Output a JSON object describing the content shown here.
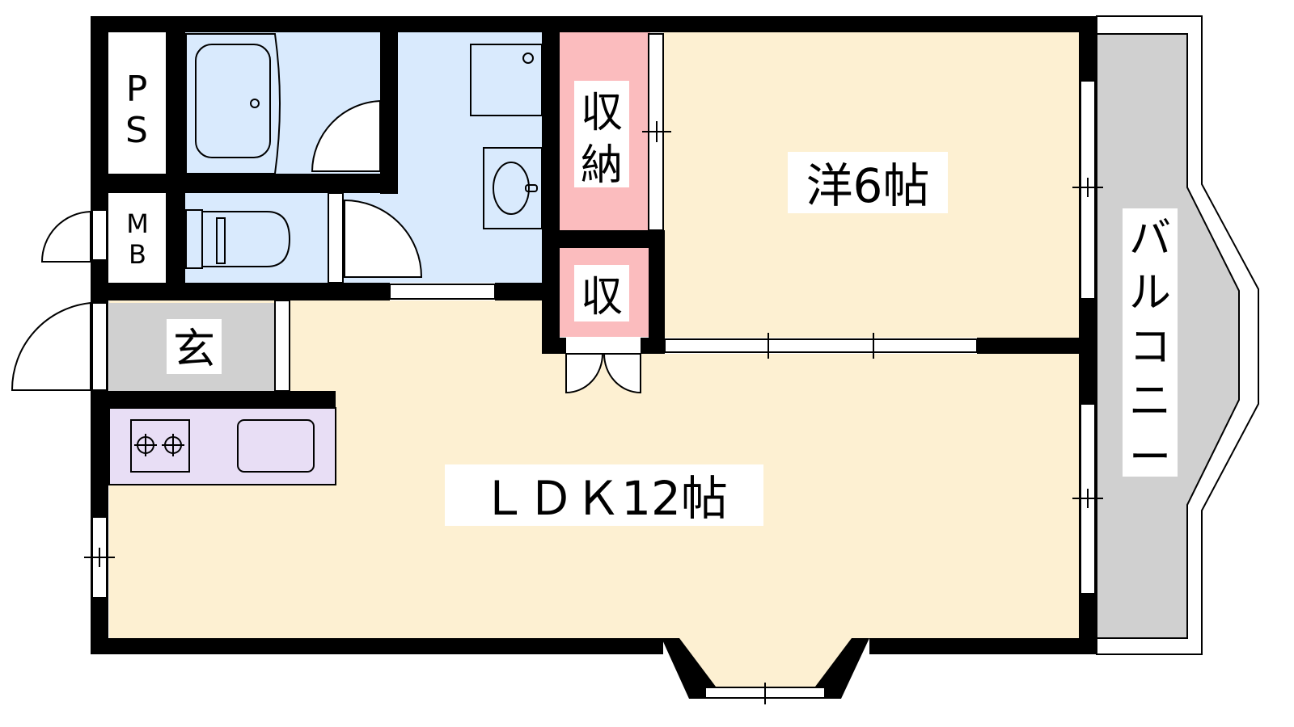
{
  "rooms": {
    "ps": "PS",
    "mb": "MB",
    "storage_large": "収納",
    "storage_small": "収",
    "western_room": "洋6帖",
    "entrance": "玄",
    "ldk": "ＬＤＫ12帖",
    "balcony": "バルコニー"
  },
  "colors": {
    "wall": "#000000",
    "bath_area": "#d9eafd",
    "storage": "#fbbcbe",
    "living": "#fdf0d2",
    "entrance": "#d0d0d0",
    "kitchen": "#e8def5",
    "balcony": "#d0d0d0"
  }
}
